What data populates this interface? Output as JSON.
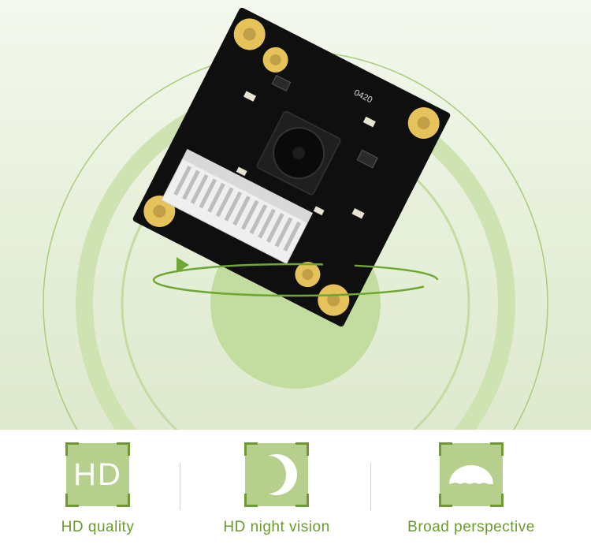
{
  "hero": {
    "board_marking": "0420"
  },
  "features": [
    {
      "label": "HD quality",
      "icon": "hd-icon",
      "icon_text": "HD"
    },
    {
      "label": "HD night vision",
      "icon": "moon-icon"
    },
    {
      "label": "Broad perspective",
      "icon": "dome-icon"
    }
  ],
  "colors": {
    "accent": "#6a9a2e",
    "badge_fill": "#b6cf8d",
    "board": "#0f0f0f",
    "pads": "#e6c25a"
  }
}
